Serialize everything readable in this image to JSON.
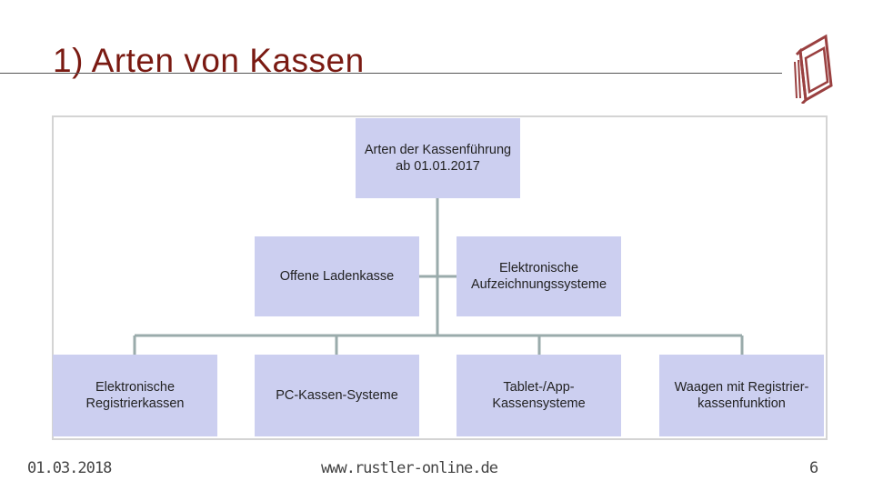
{
  "slide": {
    "title": "1) Arten von Kassen",
    "footer_left": "01.03.2018",
    "footer_center": "www.rustler-online.de",
    "page_number": "6"
  },
  "diagram": {
    "root": "Arten der Kassenführung ab 01.01.2017",
    "branch_left": "Offene Ladenkasse",
    "branch_right": "Elektronische Aufzeichnungssysteme",
    "children": [
      "Elektronische Registrierkassen",
      "PC-Kassen-Systeme",
      "Tablet-/App-Kassensysteme",
      "Waagen mit Registrier-kassenfunktion"
    ]
  },
  "colors": {
    "title": "#7a1a12",
    "box_fill": "#cccff0",
    "connector": "#9aabab",
    "frame": "#d4d4d4",
    "logo": "#9a4040"
  },
  "icons": {
    "logo": "books-logo-icon"
  }
}
